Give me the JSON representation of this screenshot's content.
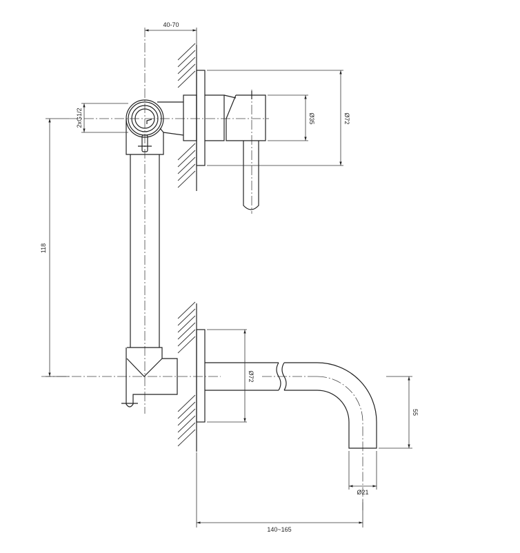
{
  "drawing": {
    "title": "Wall-mounted mixer with spout – dimension drawing",
    "dimensions": {
      "wall_depth": "40-70",
      "connection": "2xG1/2",
      "handle_diameter": "Ø35",
      "upper_rosette_diameter": "Ø72",
      "vertical_distance": "118",
      "lower_rosette_diameter": "Ø72",
      "spout_drop": "55",
      "spout_diameter": "Ø21",
      "spout_projection": "140~165"
    }
  }
}
